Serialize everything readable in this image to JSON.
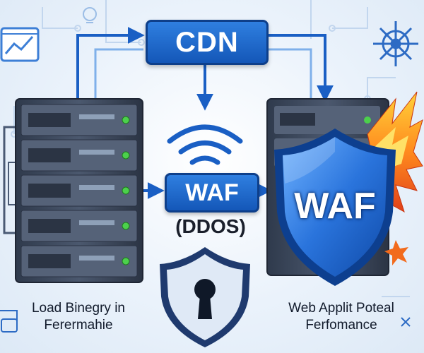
{
  "labels": {
    "cdn": "CDN",
    "waf_center": "WAF",
    "ddos": "(DDOS)",
    "waf_shield": "WAF"
  },
  "captions": {
    "left_line1": "Load Binegry in",
    "left_line2": "Ferermahie",
    "right_line1": "Web Applit Poteal",
    "right_line2": "Ferfomance"
  },
  "colors": {
    "accent_blue": "#1a5fc4",
    "server_body": "#3e4b60",
    "status_led": "#4cd04c",
    "fire_orange": "#f26b1d"
  },
  "icons": [
    "chart-icon",
    "lightbulb-icon",
    "network-hub-icon",
    "wifi-icon",
    "lock-shield-icon",
    "waf-shield-icon",
    "fire-icon",
    "server-icon"
  ]
}
